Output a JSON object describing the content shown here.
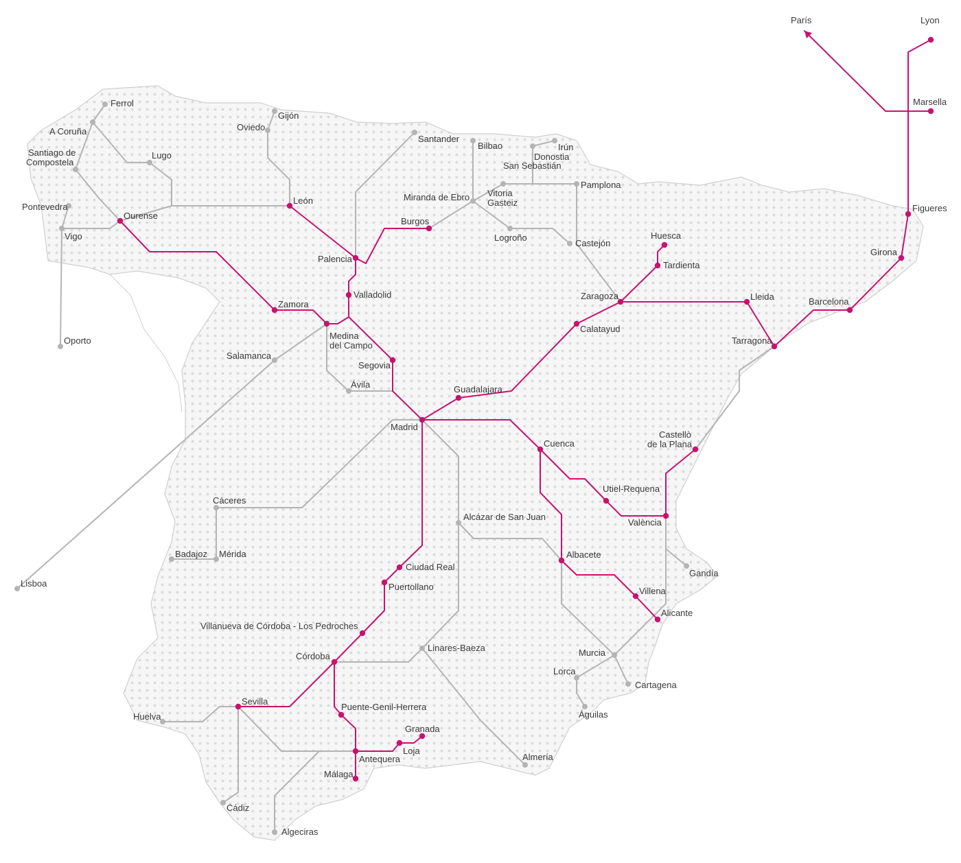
{
  "colors": {
    "high_speed": "#c8126f",
    "conventional": "#b4b4b4",
    "land_dots": "#dcdcdc",
    "border": "#cfcfcf"
  },
  "stations_hs": [
    "París",
    "Lyon",
    "Marsella",
    "Figueres",
    "Girona",
    "Barcelona",
    "Tarragona",
    "Lleida",
    "Zaragoza",
    "Huesca",
    "Tardienta",
    "Calatayud",
    "Guadalajara",
    "Madrid",
    "Segovia",
    "Valladolid",
    "Palencia",
    "León",
    "Burgos",
    "Medina del Campo",
    "Zamora",
    "Ourense",
    "Cuenca",
    "Utiel-Requena",
    "València",
    "Castellò de la Plana",
    "Albacete",
    "Villena",
    "Alicante",
    "Ciudad Real",
    "Puertollano",
    "Villanueva de Córdoba - Los Pedroches",
    "Córdoba",
    "Sevilla",
    "Puente-Genil-Herrera",
    "Antequera",
    "Loja",
    "Granada",
    "Málaga"
  ],
  "stations_conv": [
    "Ferrol",
    "A Coruña",
    "Santiago de Compostela",
    "Lugo",
    "Pontevedra",
    "Vigo",
    "Oporto",
    "Gijón",
    "Oviedo",
    "Santander",
    "Bilbao",
    "Donostia San Sebastián",
    "Irún",
    "Pamplona",
    "Miranda de Ebro",
    "Vitoria Gasteiz",
    "Logroño",
    "Castejón",
    "Salamanca",
    "Ávila",
    "Lisboa",
    "Cáceres",
    "Badajoz",
    "Mérida",
    "Alcázar de San Juan",
    "Gandía",
    "Murcia",
    "Lorca",
    "Cartagena",
    "Águilas",
    "Linares-Baeza",
    "Almería",
    "Huelva",
    "Cádiz",
    "Algeciras"
  ],
  "labels": {
    "paris": "París",
    "lyon": "Lyon",
    "marsella": "Marsella",
    "figueres": "Figueres",
    "girona": "Girona",
    "barcelona": "Barcelona",
    "tarragona": "Tarragona",
    "lleida": "Lleida",
    "zaragoza": "Zaragoza",
    "huesca": "Huesca",
    "tardienta": "Tardienta",
    "calatayud": "Calatayud",
    "guadalajara": "Guadalajara",
    "madrid": "Madrid",
    "segovia": "Segovia",
    "valladolid": "Valladolid",
    "palencia": "Palencia",
    "leon": "León",
    "burgos": "Burgos",
    "medina_1": "Medina",
    "medina_2": "del Campo",
    "zamora": "Zamora",
    "ourense": "Ourense",
    "cuenca": "Cuenca",
    "utiel": "Utiel-Requena",
    "valencia": "València",
    "castello_1": "Castellò",
    "castello_2": "de la Plana",
    "albacete": "Albacete",
    "villena": "Villena",
    "alicante": "Alicante",
    "ciudad_real": "Ciudad Real",
    "puertollano": "Puertollano",
    "villanueva": "Villanueva de Córdoba - Los Pedroches",
    "cordoba": "Córdoba",
    "sevilla": "Sevilla",
    "puente_genil": "Puente-Genil-Herrera",
    "antequera": "Antequera",
    "loja": "Loja",
    "granada": "Granada",
    "malaga": "Málaga",
    "ferrol": "Ferrol",
    "coruna": "A Coruña",
    "santiago_1": "Santiago de",
    "santiago_2": "Compostela",
    "lugo": "Lugo",
    "pontevedra": "Pontevedra",
    "vigo": "Vigo",
    "oporto": "Oporto",
    "gijon": "Gijón",
    "oviedo": "Oviedo",
    "santander": "Santander",
    "bilbao": "Bilbao",
    "donostia_1": "Donostia",
    "donostia_2": "San Sebastián",
    "irun": "Irún",
    "pamplona": "Pamplona",
    "miranda": "Miranda de Ebro",
    "vitoria_1": "Vitoria",
    "vitoria_2": "Gasteiz",
    "logrono": "Logroño",
    "castejon": "Castejón",
    "salamanca": "Salamanca",
    "avila": "Ávila",
    "lisboa": "Lisboa",
    "caceres": "Cáceres",
    "badajoz": "Badajoz",
    "merida": "Mérida",
    "alcazar": "Alcázar de San Juan",
    "gandia": "Gandía",
    "murcia": "Murcia",
    "lorca": "Lorca",
    "cartagena": "Cartagena",
    "aguilas": "Águilas",
    "linares": "Linares-Baeza",
    "almeria": "Almería",
    "huelva": "Huelva",
    "cadiz": "Cádiz",
    "algeciras": "Algeciras"
  }
}
